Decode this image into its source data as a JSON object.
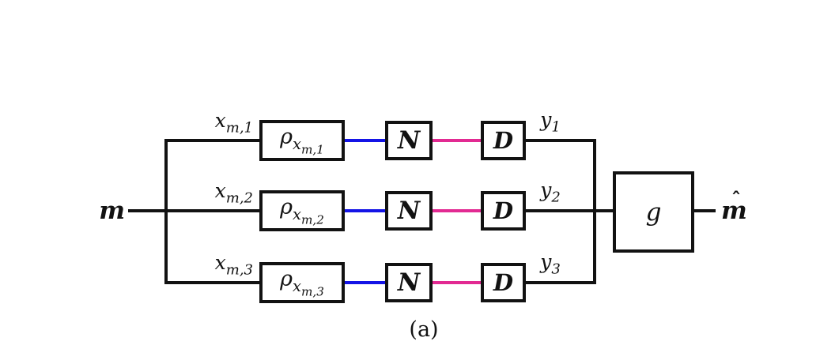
{
  "diagram": {
    "title_semantic": "parallel-channel-block-diagram",
    "caption": "(a)",
    "input_label": "m",
    "output": {
      "hat": "ˆ",
      "letter": "m"
    },
    "fusion_label": "g",
    "colors": {
      "ink": "#121212",
      "blue_link": "#1414e6",
      "pink_link": "#e22a92",
      "background": "#ffffff"
    },
    "branches": [
      {
        "x_base": "x",
        "x_sub": "m,1",
        "rho_base": "ρ",
        "rho_sub": "x",
        "rho_subsub": "m,1",
        "n_label": "N",
        "d_label": "D",
        "y_base": "y",
        "y_sub": "1"
      },
      {
        "x_base": "x",
        "x_sub": "m,2",
        "rho_base": "ρ",
        "rho_sub": "x",
        "rho_subsub": "m,2",
        "n_label": "N",
        "d_label": "D",
        "y_base": "y",
        "y_sub": "2"
      },
      {
        "x_base": "x",
        "x_sub": "m,3",
        "rho_base": "ρ",
        "rho_sub": "x",
        "rho_subsub": "m,3",
        "n_label": "N",
        "d_label": "D",
        "y_base": "y",
        "y_sub": "3"
      }
    ]
  }
}
